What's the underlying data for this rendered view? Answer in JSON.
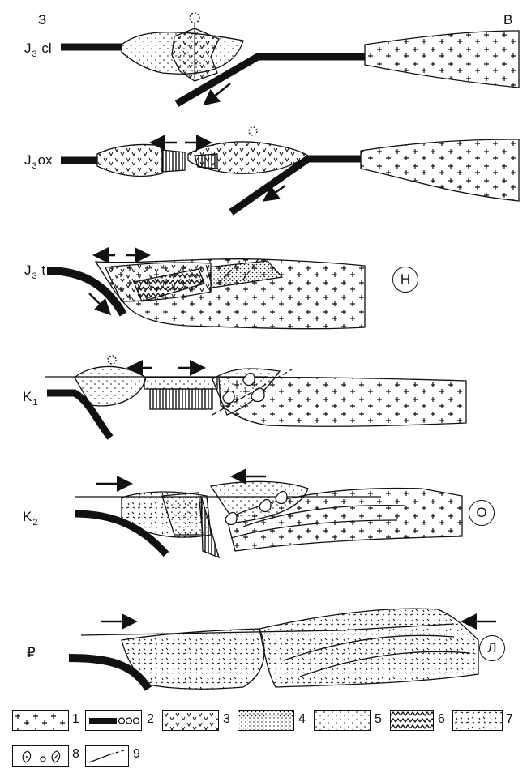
{
  "direction": {
    "west": "З",
    "east": "В"
  },
  "stages": [
    {
      "main": "J",
      "sub": "3",
      "suffix": " cl"
    },
    {
      "main": "J",
      "sub": "3",
      "suffix": "ox"
    },
    {
      "main": "J",
      "sub": "3",
      "suffix": " t"
    },
    {
      "main": "K",
      "sub": "1",
      "suffix": ""
    },
    {
      "main": "K",
      "sub": "2",
      "suffix": ""
    },
    {
      "main": "₽",
      "sub": "",
      "suffix": ""
    }
  ],
  "circled_labels": [
    "Н",
    "О",
    "Л"
  ],
  "legend": [
    {
      "number": "1",
      "pattern": "crosses"
    },
    {
      "number": "2",
      "pattern": "bar-with-circles"
    },
    {
      "number": "3",
      "pattern": "v-marks"
    },
    {
      "number": "4",
      "pattern": "dense-dots"
    },
    {
      "number": "5",
      "pattern": "sparse-dots"
    },
    {
      "number": "6",
      "pattern": "zigzag"
    },
    {
      "number": "7",
      "pattern": "dashes"
    },
    {
      "number": "8",
      "pattern": "drop-shapes"
    },
    {
      "number": "9",
      "pattern": "line-dashed"
    }
  ]
}
